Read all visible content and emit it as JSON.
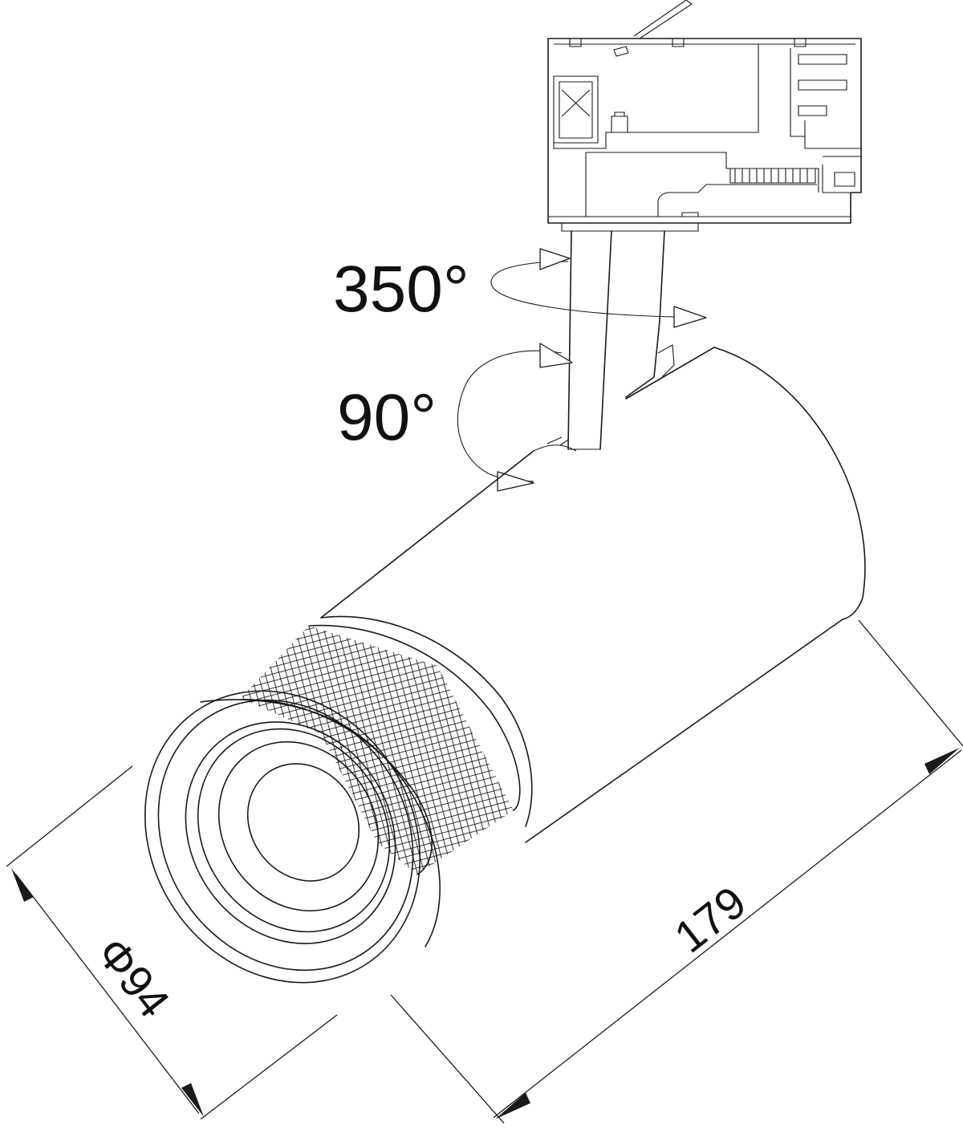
{
  "labels": {
    "rotation_horizontal": "350°",
    "rotation_vertical": "90°",
    "diameter": "Φ94",
    "length": "179"
  },
  "colors": {
    "line": "#1a1a1a",
    "background": "#ffffff"
  }
}
